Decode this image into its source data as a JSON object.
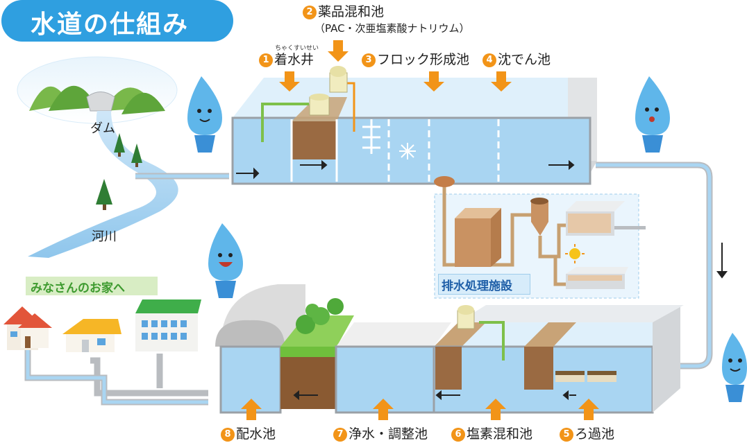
{
  "title": "水道の仕組み",
  "ruby": "ちゃくすいせい",
  "steps": {
    "s1": {
      "num": "1",
      "label": "着水井"
    },
    "s2": {
      "num": "2",
      "label": "薬品混和池",
      "sub": "（PAC・次亜塩素酸ナトリウム）"
    },
    "s3": {
      "num": "3",
      "label": "フロック形成池"
    },
    "s4": {
      "num": "4",
      "label": "沈でん池"
    },
    "s5": {
      "num": "5",
      "label": "ろ過池"
    },
    "s6": {
      "num": "6",
      "label": "塩素混和池"
    },
    "s7": {
      "num": "7",
      "label": "浄水・調整池"
    },
    "s8": {
      "num": "8",
      "label": "配水池"
    }
  },
  "labels": {
    "dam": "ダム",
    "river": "河川",
    "homes": "みなさんのお家へ",
    "drainage": "排水処理施設"
  },
  "colors": {
    "title_bg": "#2f9fe0",
    "water": "#a9d5f2",
    "pipe": "#b9bcc0",
    "arrow": "#f29418",
    "sediment": "#9a6a42",
    "grass": "#6fbf3c"
  },
  "icons": [
    "water-drop-character",
    "orange-down-arrow",
    "orange-up-arrow",
    "flow-arrow",
    "sun-icon",
    "tree-icon",
    "house-icon",
    "dam-icon"
  ]
}
